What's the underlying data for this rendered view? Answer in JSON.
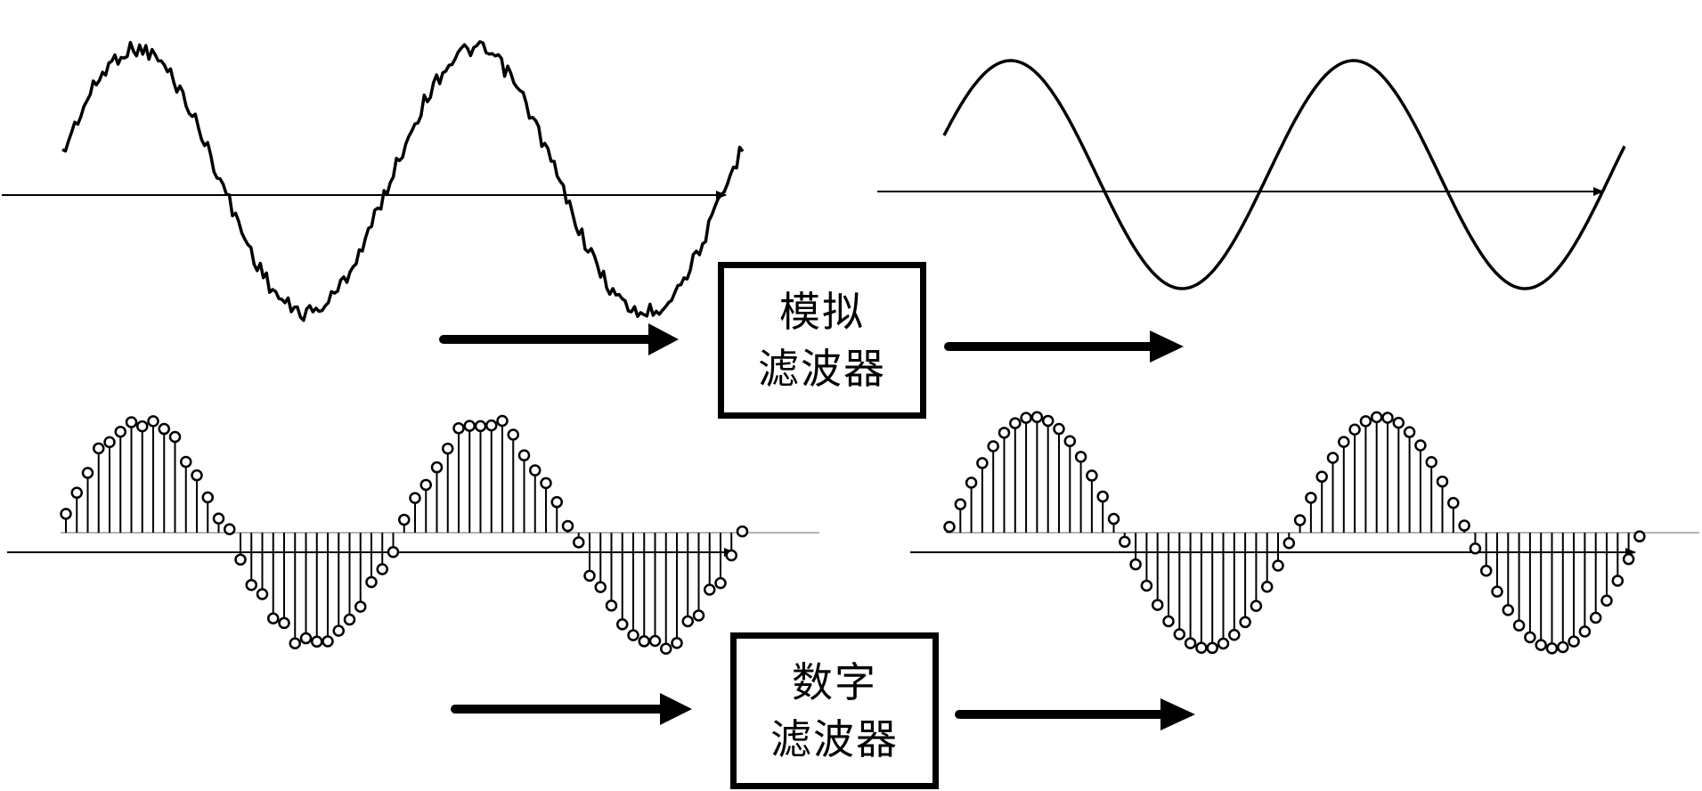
{
  "filters": {
    "analog": {
      "line1": "模拟",
      "line2": "滤波器"
    },
    "digital": {
      "line1": "数字",
      "line2": "滤波器"
    }
  },
  "style": {
    "stroke": "#000000",
    "background": "#ffffff"
  }
}
